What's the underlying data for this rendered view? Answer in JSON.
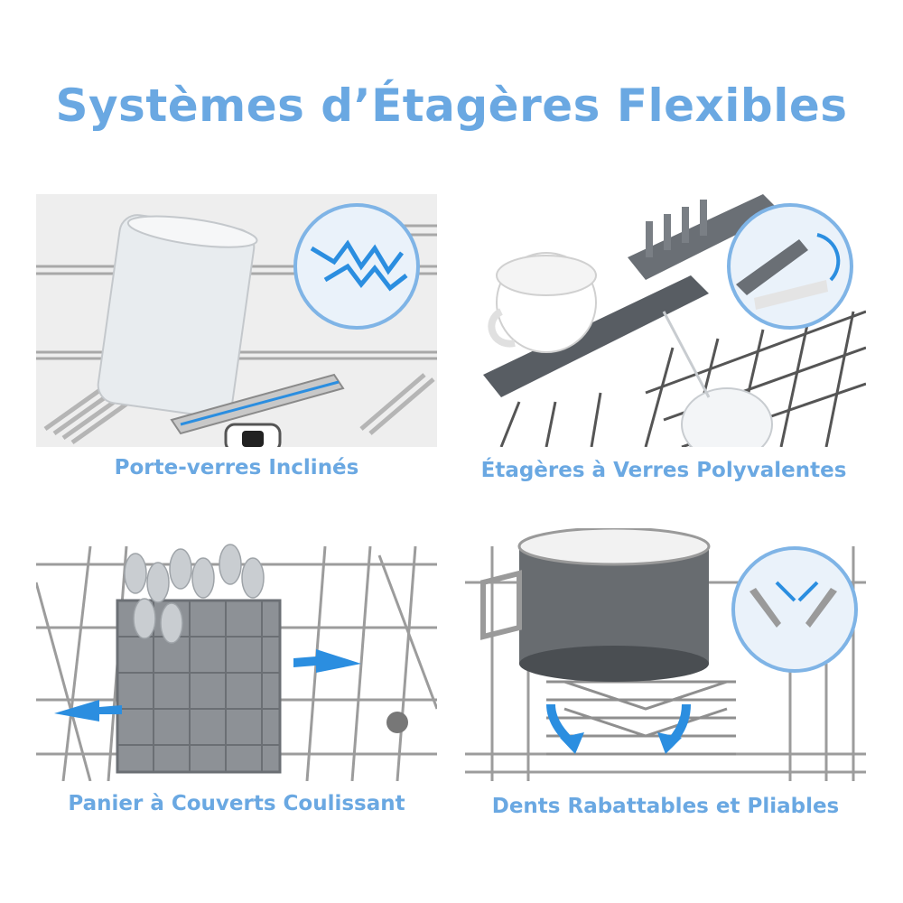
{
  "title": "Systèmes d’Étagères Flexibles",
  "colors": {
    "accent": "#6aa8e2",
    "arrow": "#2b8ee0",
    "rack": "#9a9a9a",
    "dark_plastic": "#555a60"
  },
  "panels": [
    {
      "caption": "Porte-verres Inclinés",
      "icon": "tilted-glass-holder-icon"
    },
    {
      "caption": "Étagères à Verres Polyvalentes",
      "icon": "multipurpose-shelf-icon"
    },
    {
      "caption": "Panier à Couverts Coulissant",
      "icon": "cutlery-basket-icon"
    },
    {
      "caption": "Dents Rabattables et Pliables",
      "icon": "foldable-tines-icon"
    }
  ]
}
